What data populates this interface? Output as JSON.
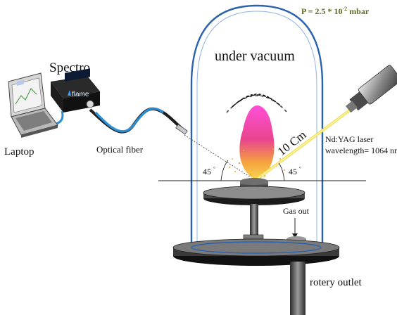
{
  "labels": {
    "pressure": "P = 2.5 * 10",
    "pressure_exp": "-2",
    "pressure_unit": " mbar",
    "vacuum": "under vacuum",
    "spectro": "Spectro",
    "flame": "flame",
    "laptop": "Laptop",
    "optical_fiber": "Optical fiber",
    "distance": "10 Cm",
    "laser_name": "Nd:YAG laser",
    "wavelength": "wavelength= 1064 nm",
    "angle_left": "45",
    "angle_right": "45",
    "gas_out": "Gas out",
    "outlet": "rotery outlet"
  },
  "colors": {
    "pressure_text": "#5c6b1e",
    "chamber": "#2a62b0",
    "fiber": "#2b8fd6",
    "laser_beam": "#f2e05a",
    "plume_top": "#e0339a",
    "plume_bottom": "#f6c23a"
  }
}
